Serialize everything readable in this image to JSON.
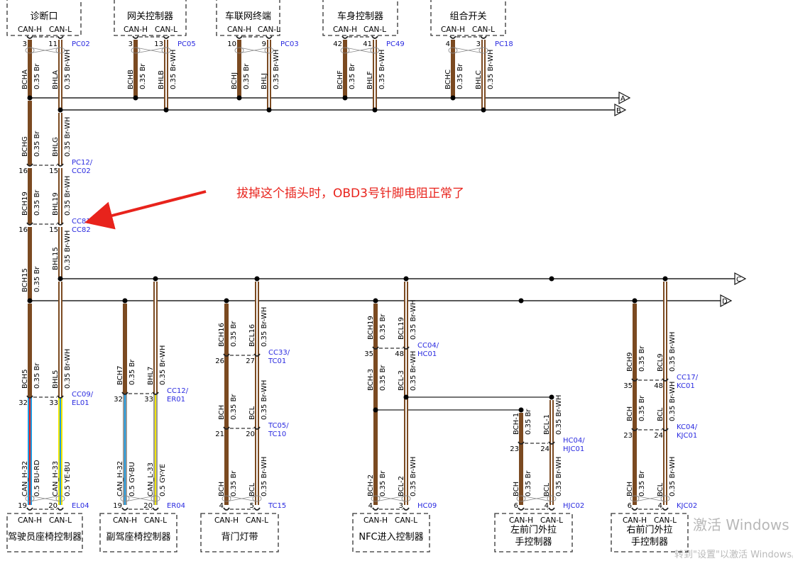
{
  "top_modules": [
    {
      "name": "诊断口",
      "can_h": "CAN-H",
      "can_l": "CAN-L",
      "pin_h": "3",
      "pin_l": "11",
      "connector": [
        "PC02"
      ],
      "wire_h": "BCHA",
      "spec_h": "0.35 Br",
      "wire_l": "BHLA",
      "spec_l": "0.35 Br-WH"
    },
    {
      "name": "网关控制器",
      "can_h": "CAN-H",
      "can_l": "CAN-L",
      "pin_h": "3",
      "pin_l": "13",
      "connector": [
        "PC05"
      ],
      "wire_h": "BCHB",
      "spec_h": "0.35 Br",
      "wire_l": "BHLB",
      "spec_l": "0.35 Br-WH"
    },
    {
      "name": "车联网终端",
      "can_h": "CAN-H",
      "can_l": "CAN-L",
      "pin_h": "10",
      "pin_l": "9",
      "connector": [
        "PC03"
      ],
      "wire_h": "BCHJ",
      "spec_h": "0.35 Br",
      "wire_l": "BHLJ",
      "spec_l": "0.35 Br-WH"
    },
    {
      "name": "车身控制器",
      "can_h": "CAN-H",
      "can_l": "CAN-L",
      "pin_h": "42",
      "pin_l": "41",
      "connector": [
        "PC49"
      ],
      "wire_h": "BCHF",
      "spec_h": "0.35 Br",
      "wire_l": "BHLF",
      "spec_l": "0.35 Br-WH"
    },
    {
      "name": "组合开关",
      "can_h": "CAN-H",
      "can_l": "CAN-L",
      "pin_h": "4",
      "pin_l": "3",
      "connector": [
        "PC18"
      ],
      "wire_h": "BCHC",
      "spec_h": "0.35 Br",
      "wire_l": "BHLC",
      "spec_l": "0.35 Br-WH"
    }
  ],
  "trunk": {
    "segments": [
      {
        "wire_h": "BCHG",
        "spec_h": "0.35 Br",
        "wire_l": "BHLG",
        "spec_l": "0.35 Br-WH"
      },
      {
        "wire_h": "BCH19",
        "spec_h": "0.35 Br",
        "wire_l": "BHL19",
        "spec_l": "0.35 Br-WH"
      },
      {
        "wire_h": "BCH15",
        "spec_h": "0.35 Br",
        "wire_l": "BHL15",
        "spec_l": "0.35 Br-WH"
      }
    ],
    "connectors": [
      {
        "pin_h": "16",
        "pin_l": "15",
        "label": [
          "PC12/",
          "CC02"
        ]
      },
      {
        "pin_h": "16",
        "pin_l": "15",
        "label": [
          "CC81/",
          "CC82"
        ]
      }
    ]
  },
  "bus_labels": [
    "A",
    "B",
    "C",
    "D"
  ],
  "bottom_modules": [
    {
      "name": [
        "驾驶员座椅控制器"
      ],
      "can_h": "CAN-H",
      "can_l": "CAN-L",
      "segments": [
        {
          "wire_h": "BCH5",
          "spec_h": "0.35 Br",
          "wire_l": "BHL5",
          "spec_l": "0.35 Br-WH"
        },
        {
          "wire_h": "CAN_H-32",
          "spec_h": "0.5 BU-RD",
          "wire_l": "CAN_H-33",
          "spec_l": "0.5 YE-BU"
        }
      ],
      "connectors": [
        {
          "pin_h": "32",
          "pin_l": "33",
          "label": [
            "CC09/",
            "EL01"
          ]
        }
      ],
      "end": {
        "pin_h": "19",
        "pin_l": "20",
        "label": [
          "EL04"
        ]
      }
    },
    {
      "name": [
        "副驾座椅控制器"
      ],
      "can_h": "CAN-H",
      "can_l": "CAN-L",
      "segments": [
        {
          "wire_h": "BCH7",
          "spec_h": "0.35 Br",
          "wire_l": "BHL7",
          "spec_l": "0.35 Br-WH"
        },
        {
          "wire_h": "CAN_H-32",
          "spec_h": "0.5 GY-BU",
          "wire_l": "CAN_L-33",
          "spec_l": "0.5 GY-YE"
        }
      ],
      "connectors": [
        {
          "pin_h": "32",
          "pin_l": "33",
          "label": [
            "CC12/",
            "ER01"
          ]
        }
      ],
      "end": {
        "pin_h": "19",
        "pin_l": "20",
        "label": [
          "ER04"
        ]
      }
    },
    {
      "name": [
        "背门灯带"
      ],
      "can_h": "CAN-H",
      "can_l": "CAN-L",
      "segments": [
        {
          "wire_h": "BCH16",
          "spec_h": "0.35 Br",
          "wire_l": "BCL16",
          "spec_l": "0.35 Br-WH"
        },
        {
          "wire_h": "BCH",
          "spec_h": "0.35 Br",
          "wire_l": "BCL",
          "spec_l": "0.35 Br-WH"
        },
        {
          "wire_h": "BCH",
          "spec_h": "0.35 Br",
          "wire_l": "BCL",
          "spec_l": "0.35 Br-WH"
        }
      ],
      "connectors": [
        {
          "pin_h": "26",
          "pin_l": "27",
          "label": [
            "CC33/",
            "TC01"
          ]
        },
        {
          "pin_h": "21",
          "pin_l": "20",
          "label": [
            "TC05/",
            "TC10"
          ]
        }
      ],
      "end": {
        "pin_h": "4",
        "pin_l": "5",
        "label": [
          "TC15"
        ]
      }
    },
    {
      "name": [
        "NFC进入控制器"
      ],
      "can_h": "CAN-H",
      "can_l": "CAN-L",
      "segments": [
        {
          "wire_h": "BCH19",
          "spec_h": "0.35 Br",
          "wire_l": "BCL19",
          "spec_l": "0.35 Br-WH"
        },
        {
          "wire_h": "BCH-3",
          "spec_h": "0.35 Br",
          "wire_l": "BCL-3",
          "spec_l": "0.35 Br-WH"
        },
        {
          "wire_h": "BCH-2",
          "spec_h": "0.35 Br",
          "wire_l": "BCL-2",
          "spec_l": "0.35 Br-WH"
        }
      ],
      "connectors": [
        {
          "pin_h": "35",
          "pin_l": "48",
          "label": [
            "CC04/",
            "HC01"
          ]
        }
      ],
      "end": {
        "pin_h": "4",
        "pin_l": "3",
        "label": [
          "HC09"
        ]
      }
    },
    {
      "name": [
        "左前门外拉",
        "手控制器"
      ],
      "can_h": "CAN-H",
      "can_l": "CAN-L",
      "segments": [
        {
          "wire_h": "BCH-1",
          "spec_h": "0.35 Br",
          "wire_l": "BCL-1",
          "spec_l": "0.35 Br-WH"
        },
        {
          "wire_h": "BCH",
          "spec_h": "0.35 Br",
          "wire_l": "BCL",
          "spec_l": "0.35 Br-WH"
        }
      ],
      "connectors": [
        {
          "pin_h": "23",
          "pin_l": "24",
          "label": [
            "HC04/",
            "HJC01"
          ]
        }
      ],
      "end": {
        "pin_h": "6",
        "pin_l": "4",
        "label": [
          "HJC02"
        ]
      }
    },
    {
      "name": [
        "右前门外拉",
        "手控制器"
      ],
      "can_h": "CAN-H",
      "can_l": "CAN-L",
      "segments": [
        {
          "wire_h": "BCH9",
          "spec_h": "0.35 Br",
          "wire_l": "BCL9",
          "spec_l": "0.35 Br-WH"
        },
        {
          "wire_h": "BCH",
          "spec_h": "0.35 Br",
          "wire_l": "BCL",
          "spec_l": "0.35 Br-WH"
        },
        {
          "wire_h": "BCH",
          "spec_h": "0.35 Br",
          "wire_l": "BCL",
          "spec_l": "0.35 Br-WH"
        }
      ],
      "connectors": [
        {
          "pin_h": "35",
          "pin_l": "48",
          "label": [
            "CC17/",
            "KC01"
          ]
        },
        {
          "pin_h": "23",
          "pin_l": "24",
          "label": [
            "KC04/",
            "KJC01"
          ]
        }
      ],
      "end": {
        "pin_h": "6",
        "pin_l": "4",
        "label": [
          "KJC02"
        ]
      }
    }
  ],
  "annotation": {
    "text": "拔掉这个插头时，OBD3号针脚电阻正常了",
    "color": "#e8231c"
  },
  "watermark": {
    "line1": "激活 Windows",
    "line2": "转到\"设置\"以激活 Windows。"
  },
  "colors": {
    "Br": "#7b4a21",
    "WH": "#ffffff",
    "BU": "#1e9be0",
    "RD": "#e02020",
    "YE": "#f2e600",
    "GY": "#9a9a9a",
    "connector_label": "#2a2ae0"
  }
}
